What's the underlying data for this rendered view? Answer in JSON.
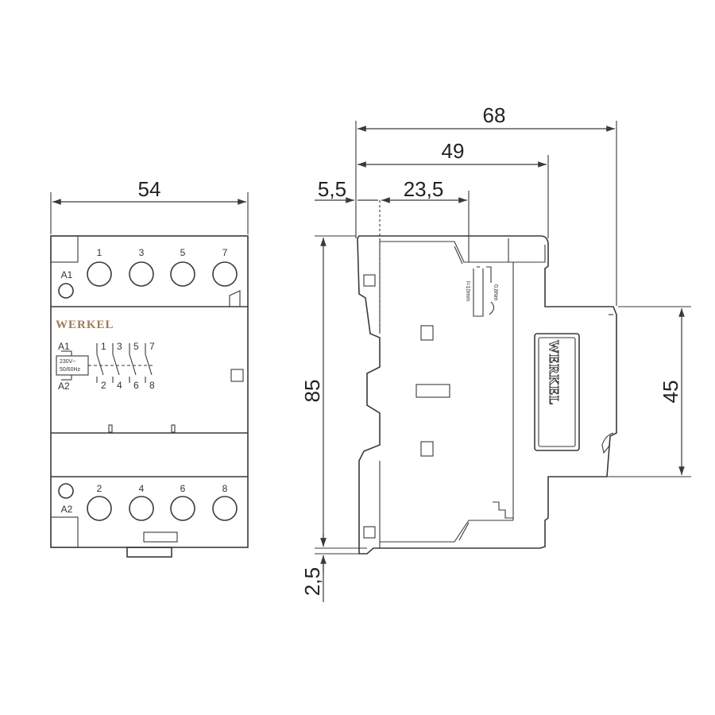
{
  "dimensions": {
    "front_width": "54",
    "overall_depth": "68",
    "depth_to_step": "49",
    "offset_left": "5,5",
    "terminal_depth": "23,5",
    "height": "85",
    "rail_height": "45",
    "rail_offset": "2,5"
  },
  "brand": "WERKEL",
  "terminals": {
    "top": [
      "1",
      "3",
      "5",
      "7"
    ],
    "bottom": [
      "2",
      "4",
      "6",
      "8"
    ],
    "coil_top": "A1",
    "coil_bottom": "A2"
  },
  "schematic": {
    "coil_top": "A1",
    "coil_bottom": "A2",
    "coil_voltage": "230V~",
    "coil_freq": "50/60Hz",
    "contacts_top": [
      "1",
      "3",
      "5",
      "7"
    ],
    "contacts_bottom": [
      "2",
      "4",
      "6",
      "8"
    ]
  },
  "wire_info": {
    "strip_length": "l=10mm",
    "torque": "0,8Nm"
  }
}
